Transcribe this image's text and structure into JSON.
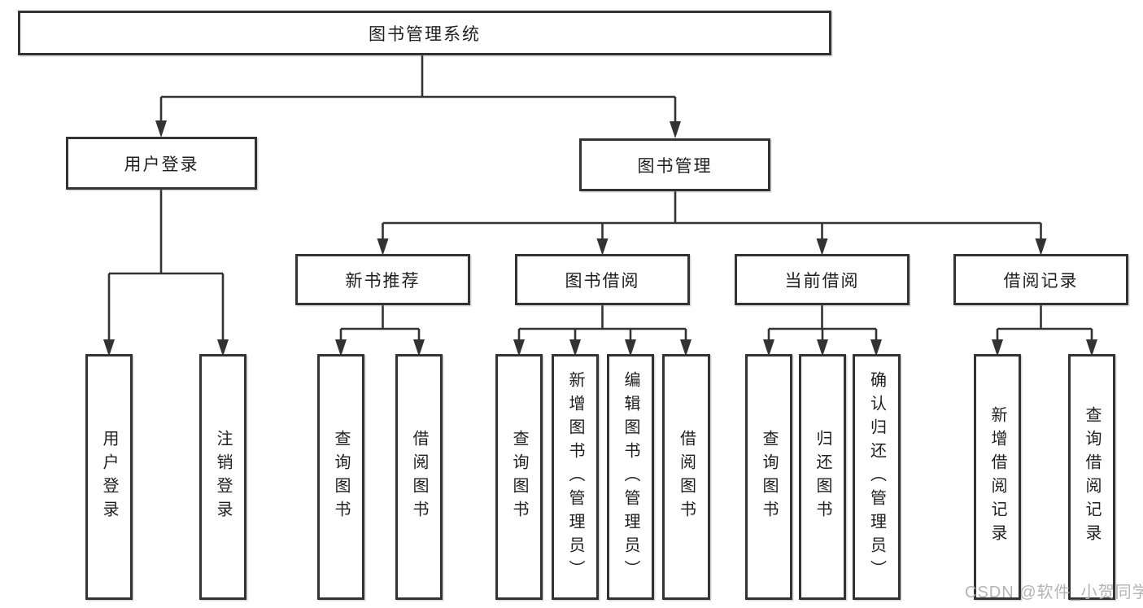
{
  "colors": {
    "line": "#333333",
    "box_border": "#333333",
    "box_fill": "#ffffff",
    "text": "#1f1f1f",
    "watermark": "#b0b0b0"
  },
  "watermark": {
    "text": "CSDN @软件_小贺同学"
  },
  "diagram": {
    "root": {
      "label": "图书管理系统"
    },
    "branches": [
      {
        "label": "用户登录",
        "children": [
          {
            "label": "用户登录"
          },
          {
            "label": "注销登录"
          }
        ]
      },
      {
        "label": "图书管理",
        "children": [
          {
            "label": "新书推荐",
            "children": [
              {
                "label": "查询图书"
              },
              {
                "label": "借阅图书"
              }
            ]
          },
          {
            "label": "图书借阅",
            "children": [
              {
                "label": "查询图书"
              },
              {
                "label": "新增图书（管理员）"
              },
              {
                "label": "编辑图书（管理员）"
              },
              {
                "label": "借阅图书"
              }
            ]
          },
          {
            "label": "当前借阅",
            "children": [
              {
                "label": "查询图书"
              },
              {
                "label": "归还图书"
              },
              {
                "label": "确认归还（管理员）"
              }
            ]
          },
          {
            "label": "借阅记录",
            "children": [
              {
                "label": "新增借阅记录"
              },
              {
                "label": "查询借阅记录"
              }
            ]
          }
        ]
      }
    ]
  }
}
